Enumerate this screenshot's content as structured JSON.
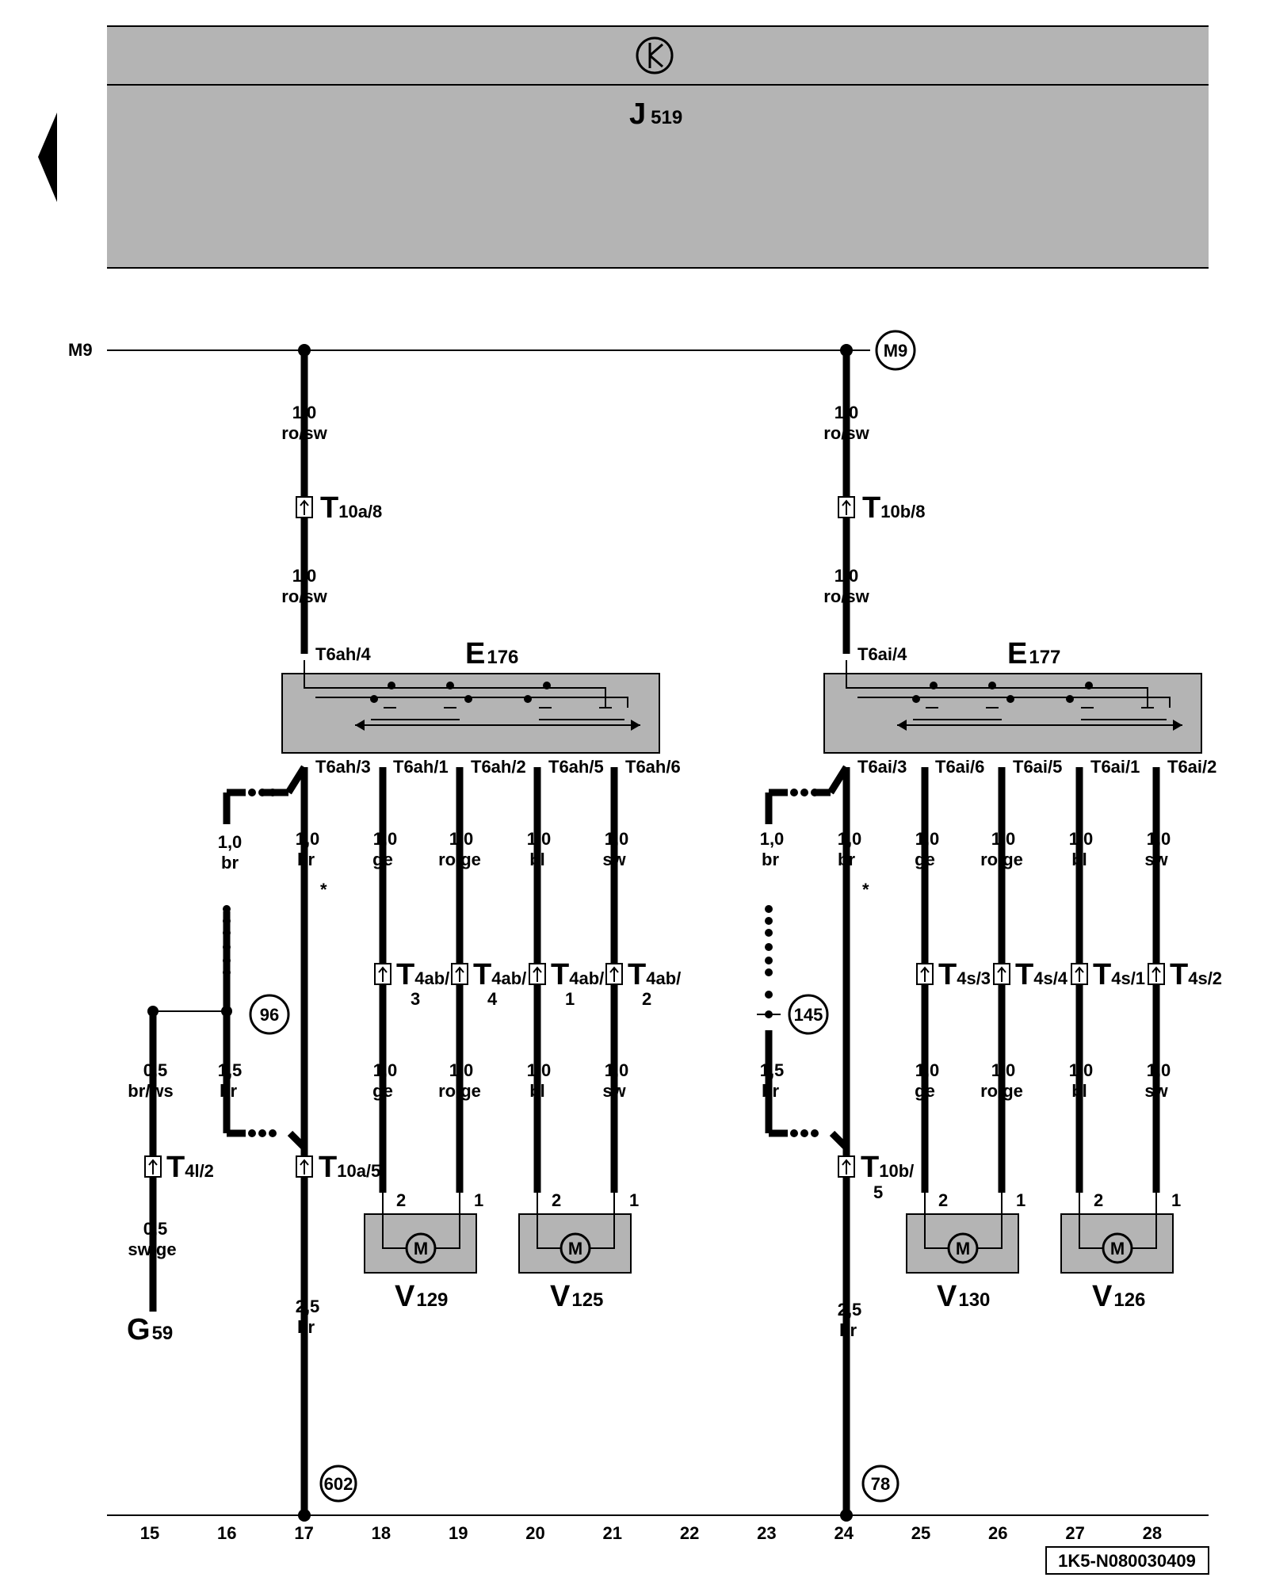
{
  "header": {
    "symbol": "K",
    "control_unit": {
      "main": "J",
      "sub": "519"
    },
    "bus_label_left": "M9",
    "bus_label_right": "M9"
  },
  "components": {
    "e176": {
      "main": "E",
      "sub": "176"
    },
    "e177": {
      "main": "E",
      "sub": "177"
    },
    "v129": {
      "main": "V",
      "sub": "129"
    },
    "v125": {
      "main": "V",
      "sub": "125"
    },
    "v130": {
      "main": "V",
      "sub": "130"
    },
    "v126": {
      "main": "V",
      "sub": "126"
    },
    "g59": {
      "main": "G",
      "sub": "59"
    },
    "motor_symbol": "M"
  },
  "connectors": {
    "t10a8": {
      "main": "T",
      "sub": "10a/8"
    },
    "t10b8": {
      "main": "T",
      "sub": "10b/8"
    },
    "t10a5": {
      "main": "T",
      "sub": "10a/5"
    },
    "t10b5": {
      "main": "T",
      "sub": "10b/",
      "sub2": "5"
    },
    "t4l2": {
      "main": "T",
      "sub": "4l/2"
    },
    "t4ab3": {
      "main": "T",
      "sub": "4ab/",
      "sub2": "3"
    },
    "t4ab4": {
      "main": "T",
      "sub": "4ab/",
      "sub2": "4"
    },
    "t4ab1": {
      "main": "T",
      "sub": "4ab/",
      "sub2": "1"
    },
    "t4ab2": {
      "main": "T",
      "sub": "4ab/",
      "sub2": "2"
    },
    "t4s3": {
      "main": "T",
      "sub": "4s/3"
    },
    "t4s4": {
      "main": "T",
      "sub": "4s/4"
    },
    "t4s1": {
      "main": "T",
      "sub": "4s/1"
    },
    "t4s2": {
      "main": "T",
      "sub": "4s/2"
    }
  },
  "pins": {
    "t6ah4": "T6ah/4",
    "t6ah3": "T6ah/3",
    "t6ah1": "T6ah/1",
    "t6ah2": "T6ah/2",
    "t6ah5": "T6ah/5",
    "t6ah6": "T6ah/6",
    "t6ai4": "T6ai/4",
    "t6ai3": "T6ai/3",
    "t6ai6": "T6ai/6",
    "t6ai5": "T6ai/5",
    "t6ai1": "T6ai/1",
    "t6ai2": "T6ai/2",
    "motor_pin_2": "2",
    "motor_pin_1": "1"
  },
  "wires": {
    "l_top": {
      "size": "1,0",
      "color": "ro/sw"
    },
    "l_mid": {
      "size": "1,0",
      "color": "ro/sw"
    },
    "l_dash": {
      "size": "1,0",
      "color": "br"
    },
    "l_main": {
      "size": "1,0",
      "color": "br"
    },
    "l_ge": {
      "size": "1,0",
      "color": "ge"
    },
    "l_rogs": {
      "size": "1,0",
      "color": "ro/ge"
    },
    "l_bl": {
      "size": "1,0",
      "color": "bl"
    },
    "l_sw": {
      "size": "1,0",
      "color": "sw"
    },
    "l_g59": {
      "size": "0,5",
      "color": "br/ws"
    },
    "l_16low": {
      "size": "1,5",
      "color": "br"
    },
    "l_ge2": {
      "size": "1,0",
      "color": "ge"
    },
    "l_rogs2": {
      "size": "1,0",
      "color": "ro/ge"
    },
    "l_bl2": {
      "size": "1,0",
      "color": "bl"
    },
    "l_sw2": {
      "size": "1,0",
      "color": "sw"
    },
    "l_g59b": {
      "size": "0,5",
      "color": "sw/ge"
    },
    "l_ground": {
      "size": "2,5",
      "color": "br"
    },
    "r_top": {
      "size": "1,0",
      "color": "ro/sw"
    },
    "r_mid": {
      "size": "1,0",
      "color": "ro/sw"
    },
    "r_dash": {
      "size": "1,0",
      "color": "br"
    },
    "r_main": {
      "size": "1,0",
      "color": "br"
    },
    "r_ge": {
      "size": "1,0",
      "color": "ge"
    },
    "r_rogs": {
      "size": "1,0",
      "color": "ro/ge"
    },
    "r_bl": {
      "size": "1,0",
      "color": "bl"
    },
    "r_sw": {
      "size": "1,0",
      "color": "sw"
    },
    "r_23low": {
      "size": "1,5",
      "color": "br"
    },
    "r_ge2": {
      "size": "1,0",
      "color": "ge"
    },
    "r_rogs2": {
      "size": "1,0",
      "color": "ro/ge"
    },
    "r_bl2": {
      "size": "1,0",
      "color": "bl"
    },
    "r_sw2": {
      "size": "1,0",
      "color": "sw"
    },
    "r_ground": {
      "size": "2,5",
      "color": "br"
    }
  },
  "refs": {
    "c96": "96",
    "c145": "145",
    "c602": "602",
    "c78": "78",
    "cm9": "M9"
  },
  "asterisk": "*",
  "grid_numbers": [
    "15",
    "16",
    "17",
    "18",
    "19",
    "20",
    "21",
    "22",
    "23",
    "24",
    "25",
    "26",
    "27",
    "28"
  ],
  "doc_id": "1K5-N080030409",
  "colors": {
    "box_fill": "#b4b4b4",
    "wire": "#000000",
    "background": "#ffffff"
  }
}
